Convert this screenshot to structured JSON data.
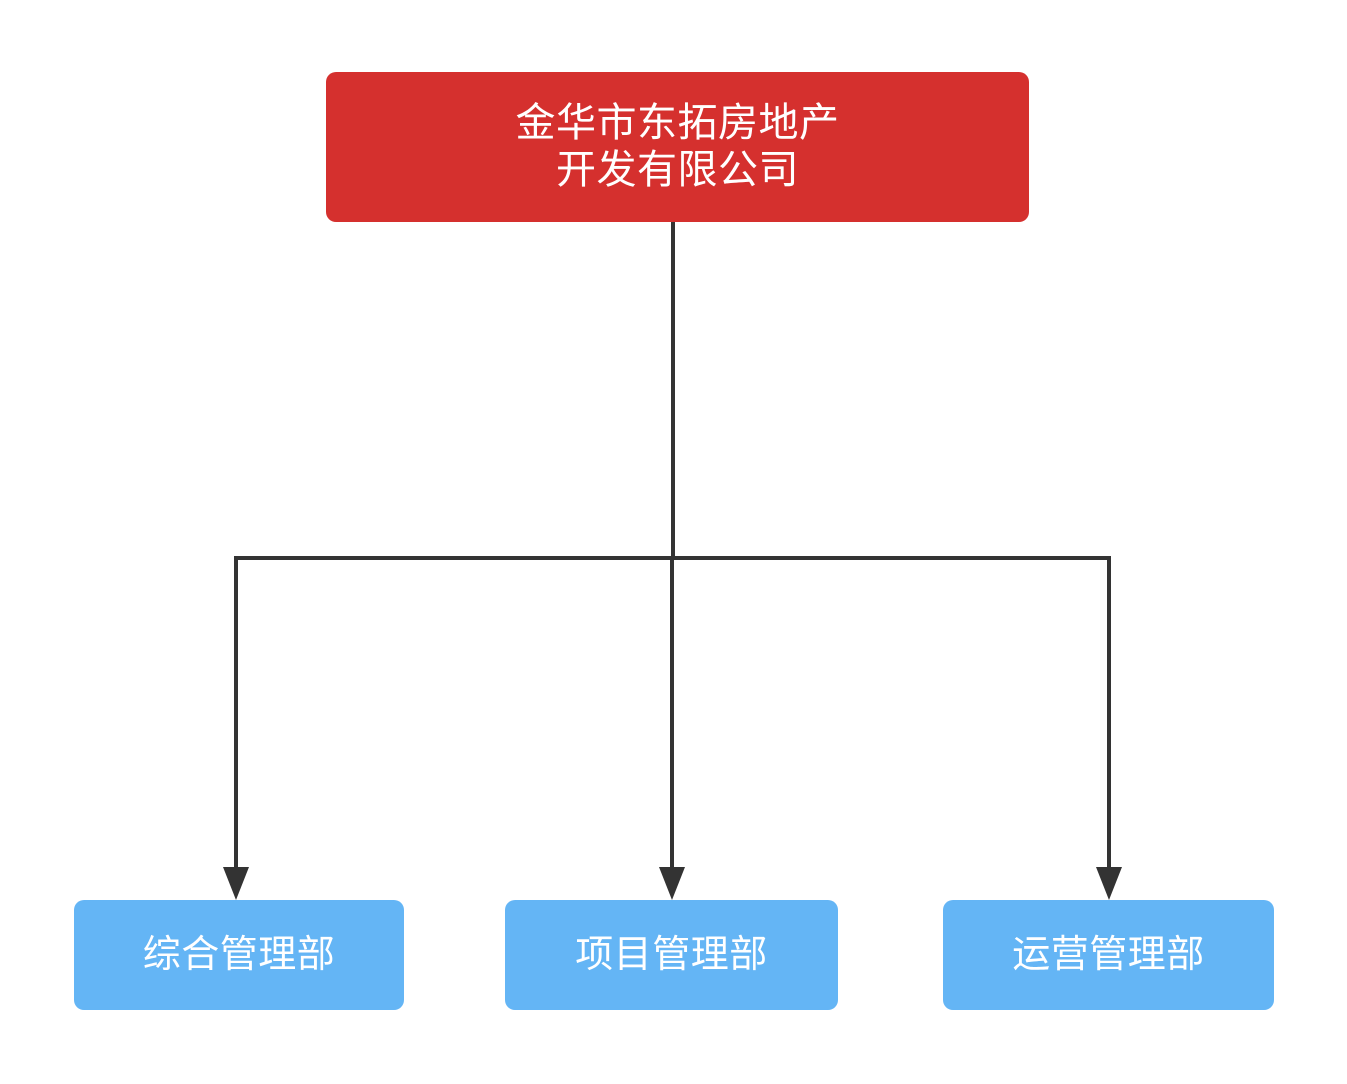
{
  "diagram": {
    "type": "organization-chart",
    "orientation": "top-down",
    "background_color": "#ffffff",
    "root": {
      "id": "root",
      "label": "金华市东拓房地产\n开发有限公司",
      "line1": "金华市东拓房地产",
      "line2": "开发有限公司",
      "fill_color": "#d5302e",
      "text_color": "#ffffff"
    },
    "children": [
      {
        "id": "dept-general-management",
        "label": "综合管理部",
        "fill_color": "#64b5f5",
        "text_color": "#ffffff"
      },
      {
        "id": "dept-project-management",
        "label": "项目管理部",
        "fill_color": "#64b5f5",
        "text_color": "#ffffff"
      },
      {
        "id": "dept-operations-management",
        "label": "运营管理部",
        "fill_color": "#64b5f5",
        "text_color": "#ffffff"
      }
    ],
    "connectors": {
      "line_color": "#333333",
      "line_width": 4,
      "arrowhead": "filled-triangle",
      "edges": [
        {
          "from": "root",
          "to": "dept-general-management"
        },
        {
          "from": "root",
          "to": "dept-project-management"
        },
        {
          "from": "root",
          "to": "dept-operations-management"
        }
      ]
    }
  }
}
